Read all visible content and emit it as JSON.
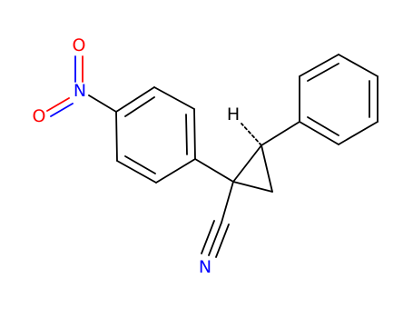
{
  "molecule": {
    "name": "",
    "labels": {
      "nitro_O_top": "O",
      "nitro_N": "N",
      "nitro_charge": "+",
      "nitro_O_left": "O",
      "nitro_O_charge": "−",
      "stereo_H": "H",
      "nitrile_N": "N"
    },
    "colors": {
      "oxygen": "#ff0000",
      "nitrogen": "#0000ff",
      "carbon_hydrogen": "#000000",
      "background": "#ffffff"
    }
  }
}
